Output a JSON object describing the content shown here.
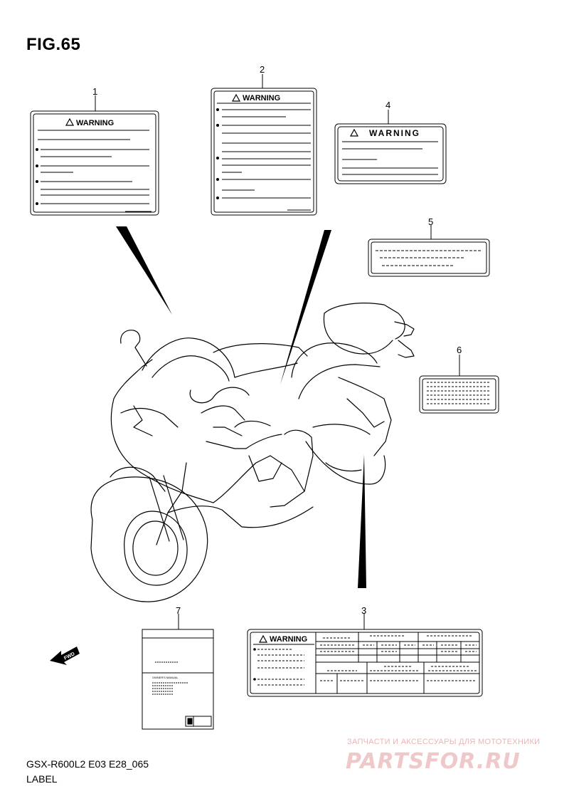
{
  "figure": {
    "title": "FIG.65",
    "model_code": "GSX-R600L2 E03 E28_065",
    "section": "LABEL"
  },
  "parts": [
    {
      "callout": "1",
      "label_text": "WARNING"
    },
    {
      "callout": "2",
      "label_text": "WARNING"
    },
    {
      "callout": "3",
      "label_text": "WARNING"
    },
    {
      "callout": "4",
      "label_text": "WARNING"
    },
    {
      "callout": "5",
      "label_text": ""
    },
    {
      "callout": "6",
      "label_text": ""
    },
    {
      "callout": "7",
      "label_text": "OWNER'S MANUAL"
    }
  ],
  "direction_marker": "FWD",
  "watermark": {
    "tagline": "ЗАПЧАСТИ И АКСЕССУАРЫ ДЛЯ МОТОТЕХНИКИ",
    "logo": "PARTSFOR.RU"
  },
  "colors": {
    "line": "#000000",
    "background": "#ffffff",
    "watermark": "#e8b5b5"
  }
}
